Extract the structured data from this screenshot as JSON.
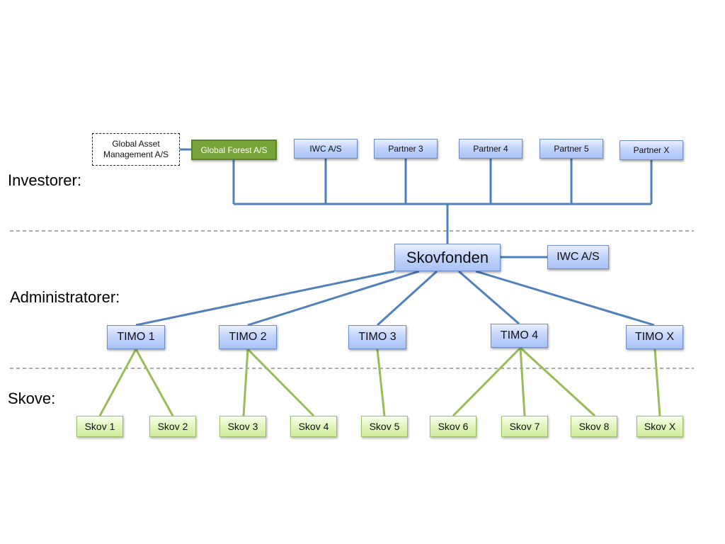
{
  "section_labels": {
    "investors": "Investorer:",
    "administrators": "Administratorer:",
    "forests": "Skove:"
  },
  "investors": {
    "external": "Global  Asset Management A/S",
    "global_forest": "Global Forest A/S",
    "iwc": "IWC A/S",
    "partner3": "Partner 3",
    "partner4": "Partner 4",
    "partner5": "Partner 5",
    "partnerx": "Partner X"
  },
  "fund": {
    "name": "Skovfonden",
    "side_partner": "IWC A/S"
  },
  "timos": [
    "TIMO 1",
    "TIMO 2",
    "TIMO 3",
    "TIMO 4",
    "TIMO X"
  ],
  "forests": [
    "Skov 1",
    "Skov 2",
    "Skov 3",
    "Skov 4",
    "Skov 5",
    "Skov 6",
    "Skov 7",
    "Skov 8",
    "Skov X"
  ],
  "colors": {
    "blue_line": "#4f81bd",
    "green_line": "#9bbb59",
    "dashed_line": "#555555",
    "global_forest_fill": "#77a33a"
  }
}
